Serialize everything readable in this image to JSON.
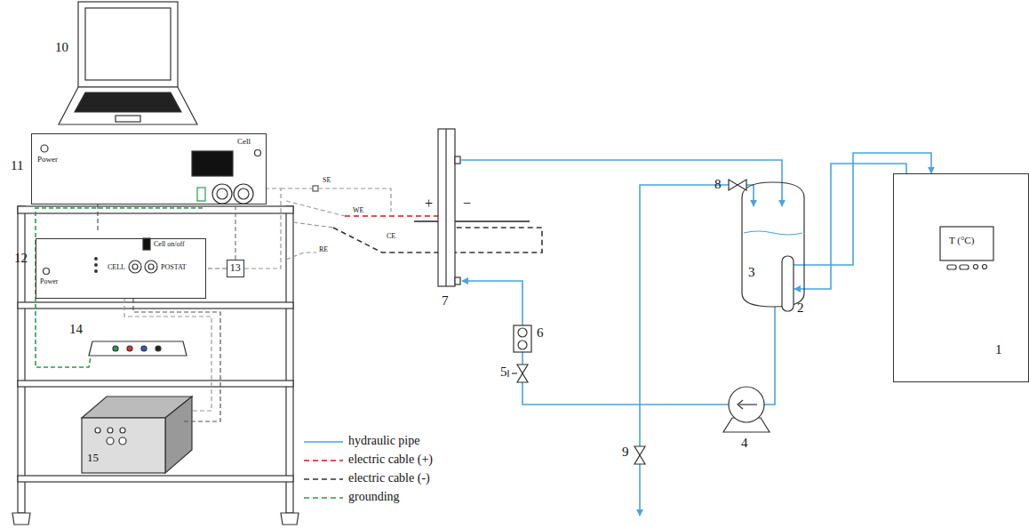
{
  "diagram": {
    "nodes": [
      {
        "text": [
          "Power",
          "Cell"
        ]
      },
      {
        "text": [
          "Power",
          "Cell on/off",
          "CELL",
          "POSTAT"
        ]
      },
      {
        "text": [
          "13"
        ]
      },
      {
        "text": [
          "T (°C)"
        ]
      }
    ],
    "edges": [
      {
        "from": 2,
        "to": 0,
        "arrow": "none"
      },
      {
        "from": 2,
        "to": 1,
        "arrow": "none"
      }
    ],
    "labels": [
      "10",
      "11",
      "12",
      "14",
      "15",
      "+",
      "−",
      "SE",
      "WE",
      "CE",
      "RE",
      "7",
      "6",
      "5",
      "8",
      "9",
      "3",
      "2",
      "4",
      "1"
    ],
    "legend": [
      {
        "text": "hydraulic pipe"
      },
      {
        "text": "electric cable (+)"
      },
      {
        "text": "electric cable (-)"
      },
      {
        "text": "grounding"
      }
    ]
  }
}
